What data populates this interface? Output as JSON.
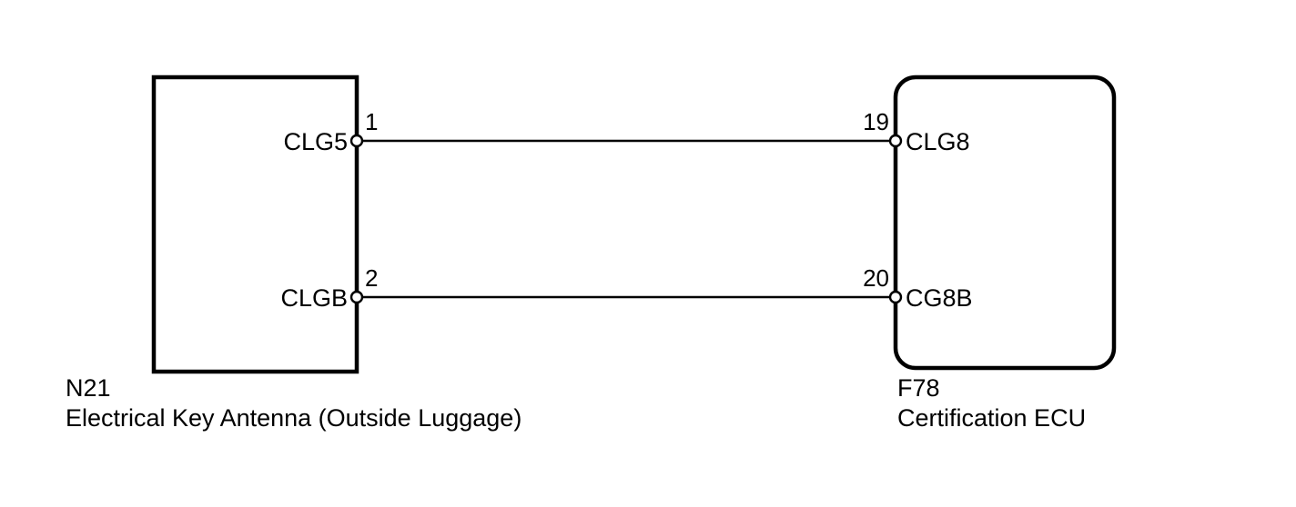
{
  "diagram": {
    "type": "automotive-wiring-schematic",
    "background_color": "#ffffff",
    "line_color": "#000000",
    "components": {
      "left": {
        "code": "N21",
        "name": "Electrical Key Antenna (Outside Luggage)",
        "shape": "rectangle",
        "pins": [
          {
            "number": "1",
            "signal": "CLG5"
          },
          {
            "number": "2",
            "signal": "CLGB"
          }
        ]
      },
      "right": {
        "code": "F78",
        "name": "Certification ECU",
        "shape": "rounded-rectangle",
        "pins": [
          {
            "number": "19",
            "signal": "CLG8"
          },
          {
            "number": "20",
            "signal": "CG8B"
          }
        ]
      }
    },
    "connections": [
      {
        "from_pin": "1",
        "from_signal": "CLG5",
        "to_pin": "19",
        "to_signal": "CLG8"
      },
      {
        "from_pin": "2",
        "from_signal": "CLGB",
        "to_pin": "20",
        "to_signal": "CG8B"
      }
    ]
  }
}
